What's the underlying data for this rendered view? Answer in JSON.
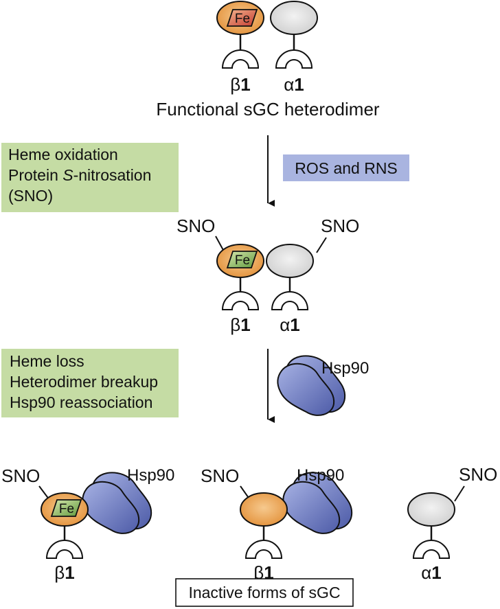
{
  "top": {
    "fe": "Fe",
    "beta": "β",
    "beta_num": "1",
    "alpha": "α",
    "alpha_num": "1",
    "caption": "Functional sGC heterodimer"
  },
  "step1": {
    "box_lines": [
      "Heme oxidation",
      "Protein ",
      "S",
      "-nitrosation",
      "(SNO)"
    ],
    "arrow_label": "ROS and RNS"
  },
  "middle": {
    "sno_left": "SNO",
    "sno_right": "SNO",
    "fe": "Fe",
    "beta": "β",
    "beta_num": "1",
    "alpha": "α",
    "alpha_num": "1"
  },
  "step2": {
    "box_lines": [
      "Heme loss",
      "Heterodimer breakup",
      "Hsp90 reassociation"
    ],
    "hsp_label": "Hsp90"
  },
  "bottom": {
    "left": {
      "sno": "SNO",
      "fe": "Fe",
      "hsp": "Hsp90",
      "beta": "β",
      "beta_num": "1"
    },
    "center": {
      "sno": "SNO",
      "hsp": "Hsp90",
      "beta": "β",
      "beta_num": "1"
    },
    "right": {
      "sno": "SNO",
      "alpha": "α",
      "alpha_num": "1"
    },
    "caption": "Inactive forms of sGC"
  },
  "colors": {
    "beta_subunit": "#e8a04a",
    "alpha_subunit": "#e2e2e2",
    "hsp90": "#6f7cc0",
    "green_box": "#c5dca4",
    "blue_box": "#a9b4e0",
    "heme_red": "#c84a3c",
    "heme_green": "#7fae55"
  }
}
